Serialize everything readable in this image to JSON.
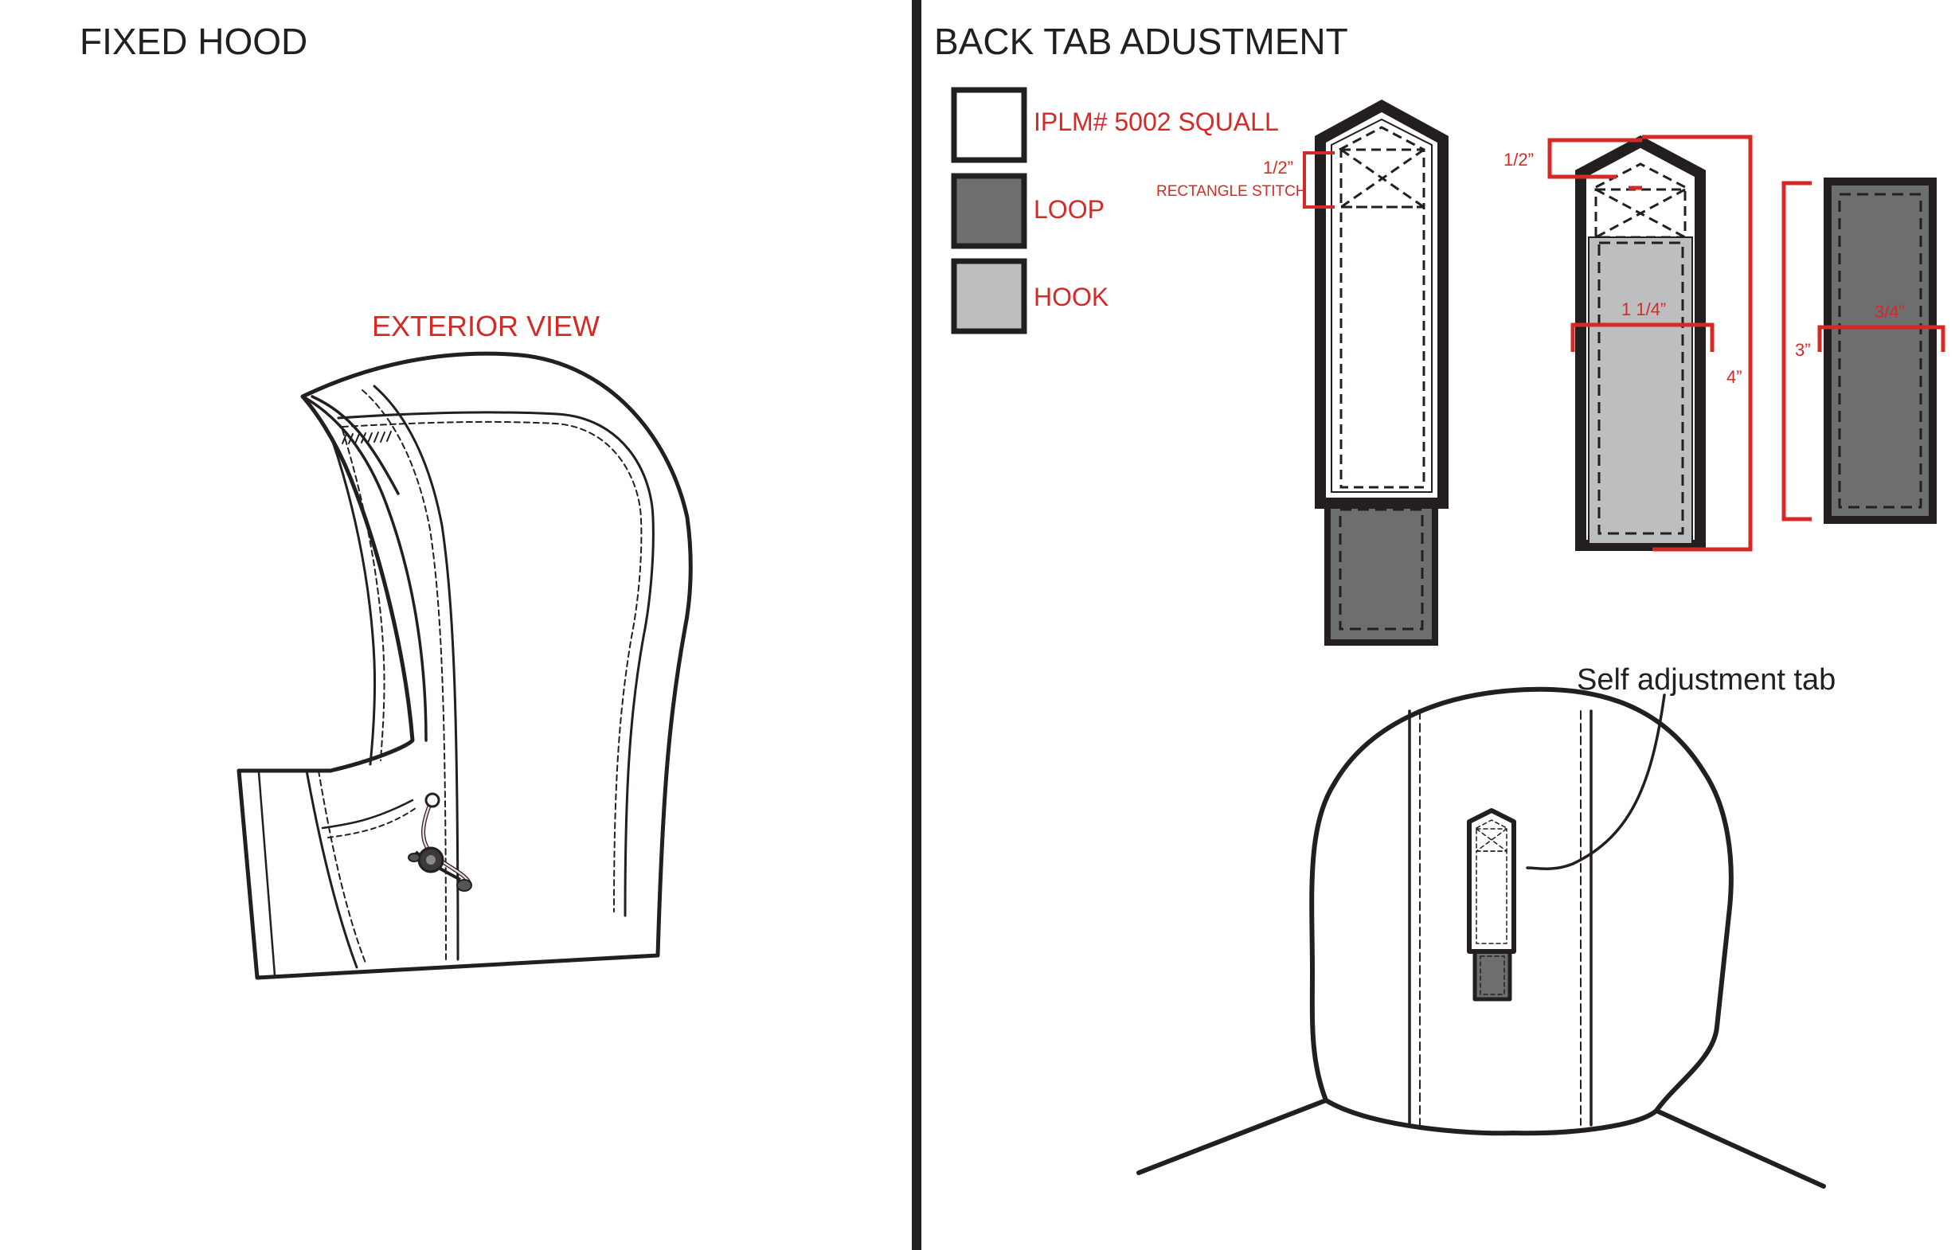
{
  "left_panel": {
    "title": "FIXED HOOD",
    "view_label": "EXTERIOR VIEW"
  },
  "right_panel": {
    "title": "BACK TAB ADUSTMENT",
    "legend": [
      {
        "label": "IPLM# 5002 SQUALL",
        "swatch": "#ffffff"
      },
      {
        "label": "LOOP",
        "swatch": "#6d6e70"
      },
      {
        "label": "HOOK",
        "swatch": "#bcbec0"
      }
    ],
    "dimensions": {
      "tab1_half": "1/2”",
      "rect_stitch": "RECTANGLE STITCH",
      "tab2_half": "1/2”",
      "hook_width": "1 1/4”",
      "tab_length": "4”",
      "loop_length": "3”",
      "loop_width": "3/4”"
    },
    "callout": "Self adjustment tab"
  },
  "colors": {
    "accent_red": "#d42a27",
    "outline": "#231f20",
    "loop_gray": "#6d6e70",
    "hook_gray": "#bcbec0"
  }
}
